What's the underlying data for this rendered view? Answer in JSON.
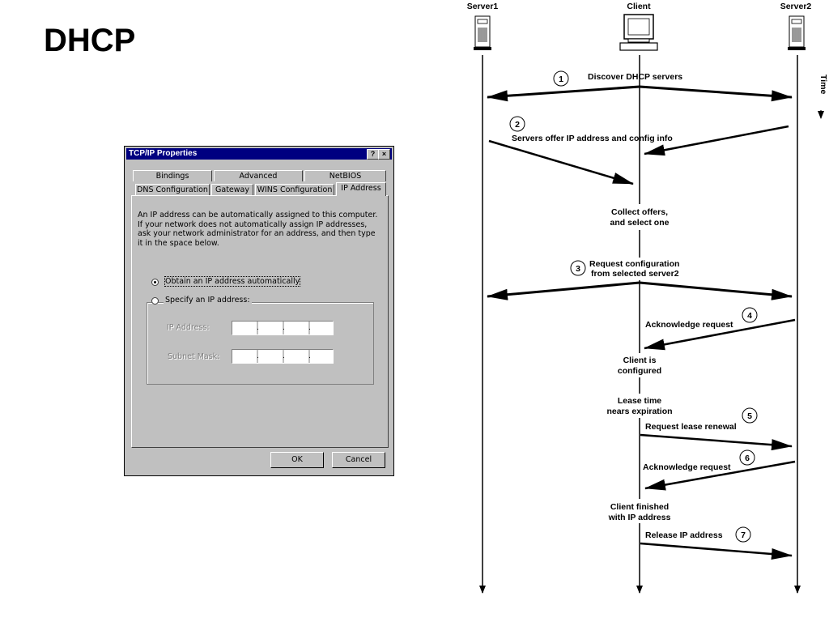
{
  "page": {
    "title": "DHCP"
  },
  "dialog": {
    "title": "TCP/IP Properties",
    "help_button": "?",
    "close_button": "×",
    "tabs_back": [
      "Bindings",
      "Advanced",
      "NetBIOS"
    ],
    "tabs_front": [
      "DNS Configuration",
      "Gateway",
      "WINS Configuration",
      "IP Address"
    ],
    "selected_tab": "IP Address",
    "description": "An IP address can be automatically assigned to this computer. If your network does not automatically assign IP addresses, ask your network administrator for an address, and then type it in the space below.",
    "radio_auto": {
      "label": "Obtain an IP address automatically",
      "selected": true
    },
    "radio_specify": {
      "label": "Specify an IP address:",
      "selected": false
    },
    "ip_address_label": "IP Address:",
    "ip_address_value": [
      "",
      "",
      "",
      ""
    ],
    "subnet_mask_label": "Subnet Mask:",
    "subnet_mask_value": [
      "",
      "",
      "",
      ""
    ],
    "ok_label": "OK",
    "cancel_label": "Cancel"
  },
  "diagram": {
    "participants": {
      "server1": "Server1",
      "client": "Client",
      "server2": "Server2"
    },
    "time_label": "Time",
    "steps": [
      {
        "num": "1",
        "label": "Discover DHCP servers"
      },
      {
        "num": "2",
        "label": "Servers offer IP address and config info"
      },
      {
        "num": "3",
        "label": [
          "Request configuration",
          "from selected server2"
        ]
      },
      {
        "num": "4",
        "label": "Acknowledge request"
      },
      {
        "num": "5",
        "label": "Request lease renewal"
      },
      {
        "num": "6",
        "label": "Acknowledge request"
      },
      {
        "num": "7",
        "label": "Release IP address"
      }
    ],
    "client_notes": {
      "collect": [
        "Collect offers,",
        "and select one"
      ],
      "configured": [
        "Client is",
        "configured"
      ],
      "lease": [
        "Lease time",
        "nears expiration"
      ],
      "finished": [
        "Client finished",
        "with IP address"
      ]
    }
  }
}
